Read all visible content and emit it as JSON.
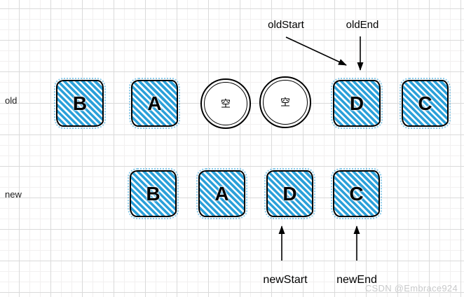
{
  "rows": {
    "old": {
      "label": "old",
      "nodes": [
        {
          "label": "B",
          "type": "striped-box"
        },
        {
          "label": "A",
          "type": "striped-box"
        },
        {
          "label": "空",
          "type": "empty-circle"
        },
        {
          "label": "空",
          "type": "empty-circle"
        },
        {
          "label": "D",
          "type": "striped-box"
        },
        {
          "label": "C",
          "type": "striped-box"
        }
      ]
    },
    "new": {
      "label": "new",
      "nodes": [
        {
          "label": "B",
          "type": "striped-box"
        },
        {
          "label": "A",
          "type": "striped-box"
        },
        {
          "label": "D",
          "type": "striped-box"
        },
        {
          "label": "C",
          "type": "striped-box"
        }
      ]
    }
  },
  "pointers": {
    "old_start": "oldStart",
    "old_end": "oldEnd",
    "new_start": "newStart",
    "new_end": "newEnd"
  },
  "watermark": "CSDN @Embrace924",
  "colors": {
    "stripe_blue": "#2BA0D9",
    "node_border": "#000000",
    "grid_minor": "#F2F0F0",
    "grid_major": "#DADADA",
    "watermark_gray": "#C9CACB"
  }
}
